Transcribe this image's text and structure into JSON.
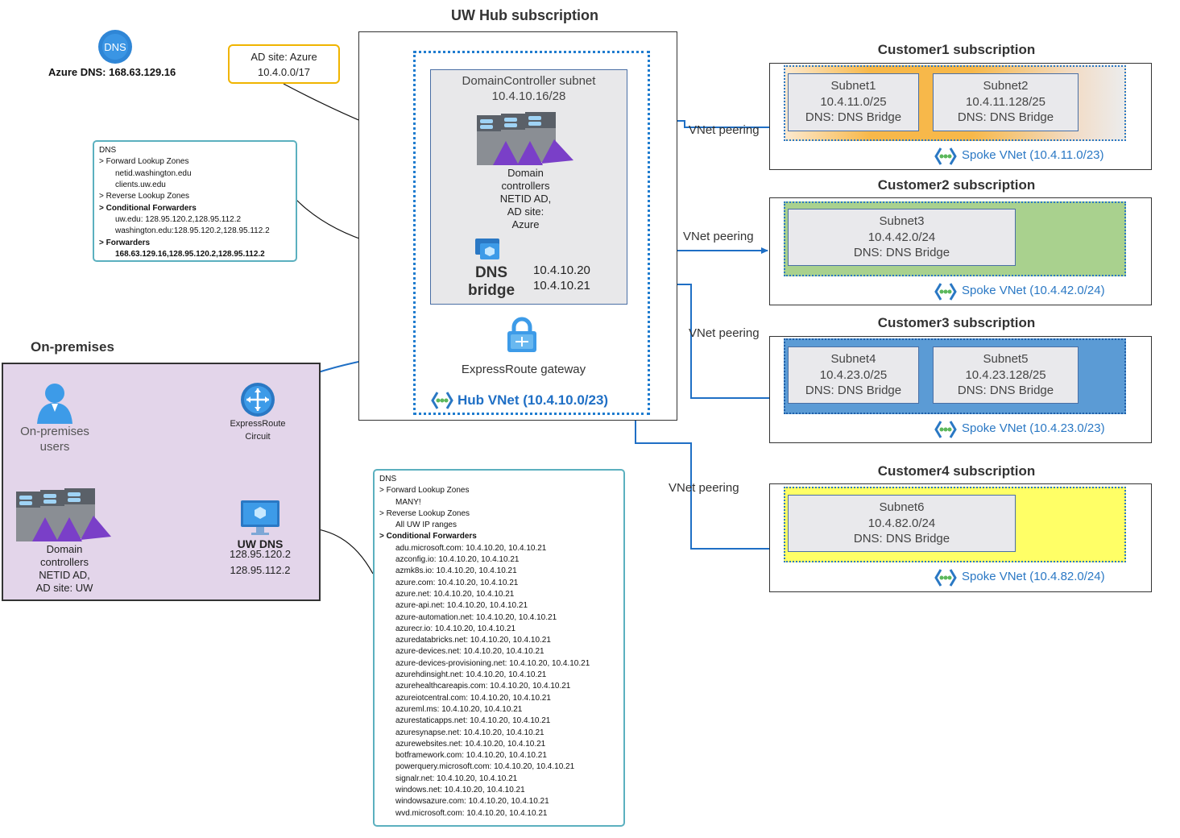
{
  "azure_dns": {
    "icon_text": "DNS",
    "label": "Azure DNS: 168.63.129.16"
  },
  "ad_site_note": {
    "line1": "AD site: Azure",
    "line2": "10.4.0.0/17"
  },
  "hub": {
    "title": "UW Hub subscription",
    "dc_subnet": {
      "line1": "DomainController subnet",
      "line2": "10.4.10.16/28"
    },
    "dc_label": [
      "Domain",
      "controllers",
      "NETID AD,",
      "AD site:",
      "Azure"
    ],
    "dns_bridge": {
      "line1": "DNS",
      "line2": "bridge",
      "ip1": "10.4.10.20",
      "ip2": "10.4.10.21"
    },
    "gateway_label": "ExpressRoute gateway",
    "vnet_label": "Hub VNet (10.4.10.0/23)"
  },
  "hub_dns_note": {
    "lines": [
      {
        "text": "DNS",
        "bold": false,
        "indent": 0
      },
      {
        "text": "> Forward Lookup Zones",
        "bold": false,
        "indent": 0
      },
      {
        "text": "netid.washington.edu",
        "bold": false,
        "indent": 1
      },
      {
        "text": "clients.uw.edu",
        "bold": false,
        "indent": 1
      },
      {
        "text": "> Reverse Lookup Zones",
        "bold": false,
        "indent": 0
      },
      {
        "text": "> Conditional Forwarders",
        "bold": true,
        "indent": 0
      },
      {
        "text": "uw.edu: 128.95.120.2,128.95.112.2",
        "bold": false,
        "indent": 1
      },
      {
        "text": "washington.edu:128.95.120.2,128.95.112.2",
        "bold": false,
        "indent": 1
      },
      {
        "text": "> Forwarders",
        "bold": true,
        "indent": 0
      },
      {
        "text": "168.63.129.16,128.95.120.2,128.95.112.2",
        "bold": true,
        "indent": 1
      }
    ]
  },
  "onprem": {
    "title": "On-premises",
    "users_label": [
      "On-premises",
      "users"
    ],
    "circuit_label": [
      "ExpressRoute",
      "Circuit"
    ],
    "dc_label": [
      "Domain",
      "controllers",
      "NETID AD,",
      "AD site: UW"
    ],
    "uwdns": {
      "title": "UW DNS",
      "ip1": "128.95.120.2",
      "ip2": "128.95.112.2"
    }
  },
  "uw_dns_note": {
    "lines": [
      {
        "text": "DNS",
        "bold": false,
        "indent": 0
      },
      {
        "text": "> Forward Lookup Zones",
        "bold": false,
        "indent": 0
      },
      {
        "text": "MANY!",
        "bold": false,
        "indent": 1
      },
      {
        "text": "> Reverse Lookup Zones",
        "bold": false,
        "indent": 0
      },
      {
        "text": "All UW IP ranges",
        "bold": false,
        "indent": 1
      },
      {
        "text": "> Conditional Forwarders",
        "bold": true,
        "indent": 0
      },
      {
        "text": "adu.microsoft.com: 10.4.10.20, 10.4.10.21",
        "bold": false,
        "indent": 1
      },
      {
        "text": "azconfig.io: 10.4.10.20, 10.4.10.21",
        "bold": false,
        "indent": 1
      },
      {
        "text": "azmk8s.io: 10.4.10.20, 10.4.10.21",
        "bold": false,
        "indent": 1
      },
      {
        "text": "azure.com: 10.4.10.20, 10.4.10.21",
        "bold": false,
        "indent": 1
      },
      {
        "text": "azure.net: 10.4.10.20, 10.4.10.21",
        "bold": false,
        "indent": 1
      },
      {
        "text": "azure-api.net: 10.4.10.20, 10.4.10.21",
        "bold": false,
        "indent": 1
      },
      {
        "text": "azure-automation.net: 10.4.10.20, 10.4.10.21",
        "bold": false,
        "indent": 1
      },
      {
        "text": "azurecr.io: 10.4.10.20, 10.4.10.21",
        "bold": false,
        "indent": 1
      },
      {
        "text": "azuredatabricks.net: 10.4.10.20, 10.4.10.21",
        "bold": false,
        "indent": 1
      },
      {
        "text": "azure-devices.net: 10.4.10.20, 10.4.10.21",
        "bold": false,
        "indent": 1
      },
      {
        "text": "azure-devices-provisioning.net: 10.4.10.20, 10.4.10.21",
        "bold": false,
        "indent": 1
      },
      {
        "text": "azurehdinsight.net: 10.4.10.20, 10.4.10.21",
        "bold": false,
        "indent": 1
      },
      {
        "text": "azurehealthcareapis.com: 10.4.10.20, 10.4.10.21",
        "bold": false,
        "indent": 1
      },
      {
        "text": "azureiotcentral.com: 10.4.10.20, 10.4.10.21",
        "bold": false,
        "indent": 1
      },
      {
        "text": "azureml.ms: 10.4.10.20, 10.4.10.21",
        "bold": false,
        "indent": 1
      },
      {
        "text": "azurestaticapps.net: 10.4.10.20, 10.4.10.21",
        "bold": false,
        "indent": 1
      },
      {
        "text": "azuresynapse.net: 10.4.10.20, 10.4.10.21",
        "bold": false,
        "indent": 1
      },
      {
        "text": "azurewebsites.net: 10.4.10.20, 10.4.10.21",
        "bold": false,
        "indent": 1
      },
      {
        "text": "botframework.com: 10.4.10.20, 10.4.10.21",
        "bold": false,
        "indent": 1
      },
      {
        "text": "powerquery.microsoft.com: 10.4.10.20, 10.4.10.21",
        "bold": false,
        "indent": 1
      },
      {
        "text": "signalr.net: 10.4.10.20, 10.4.10.21",
        "bold": false,
        "indent": 1
      },
      {
        "text": "windows.net: 10.4.10.20, 10.4.10.21",
        "bold": false,
        "indent": 1
      },
      {
        "text": "windowsazure.com: 10.4.10.20, 10.4.10.21",
        "bold": false,
        "indent": 1
      },
      {
        "text": "wvd.microsoft.com: 10.4.10.20, 10.4.10.21",
        "bold": false,
        "indent": 1
      }
    ]
  },
  "peering_label": "VNet peering",
  "customers": [
    {
      "title": "Customer1 subscription",
      "vnet_label": "Spoke VNet (10.4.11.0/23)",
      "fill": "gradient-orange",
      "subnets": [
        {
          "name": "Subnet1",
          "cidr": "10.4.11.0/25",
          "dns": "DNS: DNS Bridge"
        },
        {
          "name": "Subnet2",
          "cidr": "10.4.11.128/25",
          "dns": "DNS: DNS Bridge"
        }
      ]
    },
    {
      "title": "Customer2 subscription",
      "vnet_label": "Spoke VNet (10.4.42.0/24)",
      "fill": "#a9d18e",
      "subnets": [
        {
          "name": "Subnet3",
          "cidr": "10.4.42.0/24",
          "dns": "DNS: DNS Bridge"
        }
      ]
    },
    {
      "title": "Customer3 subscription",
      "vnet_label": "Spoke VNet (10.4.23.0/23)",
      "fill": "#5b9bd5",
      "subnets": [
        {
          "name": "Subnet4",
          "cidr": "10.4.23.0/25",
          "dns": "DNS: DNS Bridge"
        },
        {
          "name": "Subnet5",
          "cidr": "10.4.23.128/25",
          "dns": "DNS: DNS Bridge"
        }
      ]
    },
    {
      "title": "Customer4 subscription",
      "vnet_label": "Spoke VNet (10.4.82.0/24)",
      "fill": "#ffff66",
      "subnets": [
        {
          "name": "Subnet6",
          "cidr": "10.4.82.0/24",
          "dns": "DNS: DNS Bridge"
        }
      ]
    }
  ],
  "colors": {
    "accent_blue": "#1f6fc5",
    "note_border_teal": "#5bb0bf",
    "ad_note_border": "#f0b400",
    "onprem_fill": "#e3d5ea"
  }
}
